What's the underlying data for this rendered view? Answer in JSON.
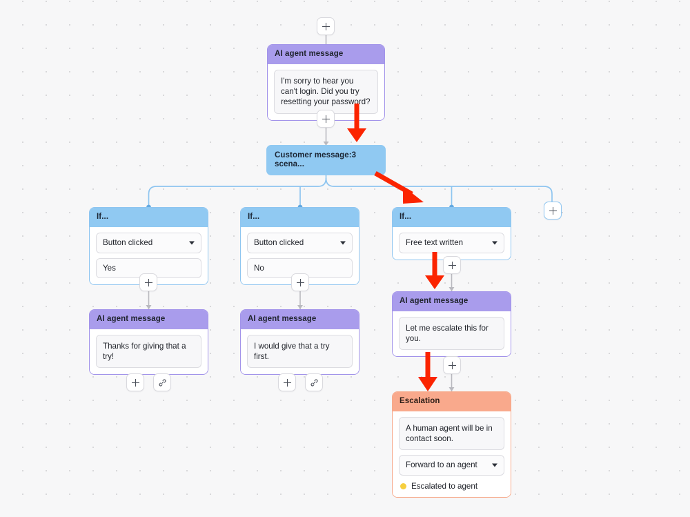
{
  "canvas": {
    "background_color": "#f7f7f8",
    "dot_color": "#d8d8da",
    "connector_color_blue": "#8ec5f0",
    "connector_color_gray": "#b9b9bf",
    "annotation_color": "#fb2400"
  },
  "nodes": {
    "ai_root": {
      "type": "ai-agent-message",
      "header": "AI agent message",
      "message": "I'm sorry to hear you can't login. Did you try resetting your password?",
      "accent": "#a99cec"
    },
    "customer_message": {
      "type": "customer-message",
      "header": "Customer message:3 scena...",
      "accent": "#90c9f2"
    },
    "branch_yes": {
      "type": "if-condition",
      "header": "If...",
      "condition": "Button clicked",
      "value": "Yes",
      "accent": "#90c9f2"
    },
    "branch_no": {
      "type": "if-condition",
      "header": "If...",
      "condition": "Button clicked",
      "value": "No",
      "accent": "#90c9f2"
    },
    "branch_freetext": {
      "type": "if-condition",
      "header": "If...",
      "condition": "Free text written",
      "accent": "#90c9f2"
    },
    "ai_thanks": {
      "type": "ai-agent-message",
      "header": "AI agent message",
      "message": "Thanks for giving that a try!",
      "accent": "#a99cec"
    },
    "ai_tryfirst": {
      "type": "ai-agent-message",
      "header": "AI agent message",
      "message": "I would give that a try first.",
      "accent": "#a99cec"
    },
    "ai_escalate": {
      "type": "ai-agent-message",
      "header": "AI agent message",
      "message": "Let me escalate this for you.",
      "accent": "#a99cec"
    },
    "escalation": {
      "type": "escalation",
      "header": "Escalation",
      "message": "A human agent will be in contact soon.",
      "action": "Forward to an agent",
      "status": "Escalated to agent",
      "status_dot_color": "#f6cf3f",
      "accent": "#f9a98c"
    }
  },
  "buttons": {
    "add_label": "+",
    "add_icon": "plus-icon",
    "link_icon": "link-icon"
  }
}
